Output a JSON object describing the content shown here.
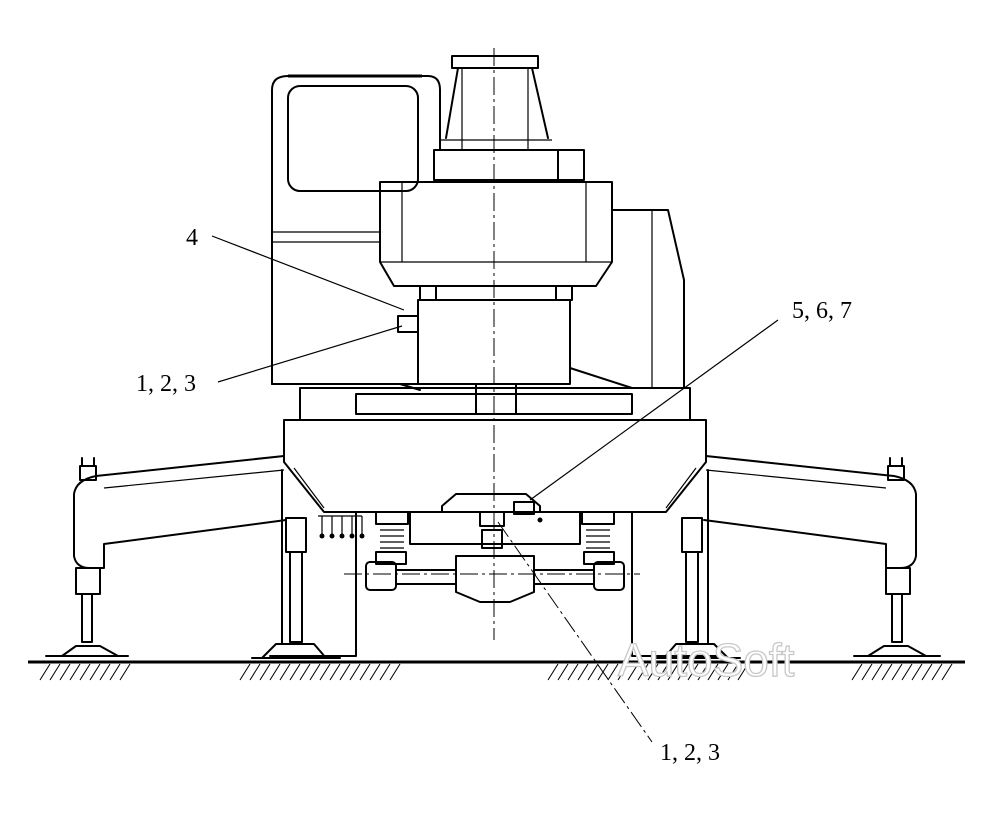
{
  "callouts": {
    "label_4": "4",
    "label_123_left": "1, 2, 3",
    "label_567": "5, 6, 7",
    "label_123_bottom": "1, 2, 3"
  },
  "watermark": "AutoSoft"
}
